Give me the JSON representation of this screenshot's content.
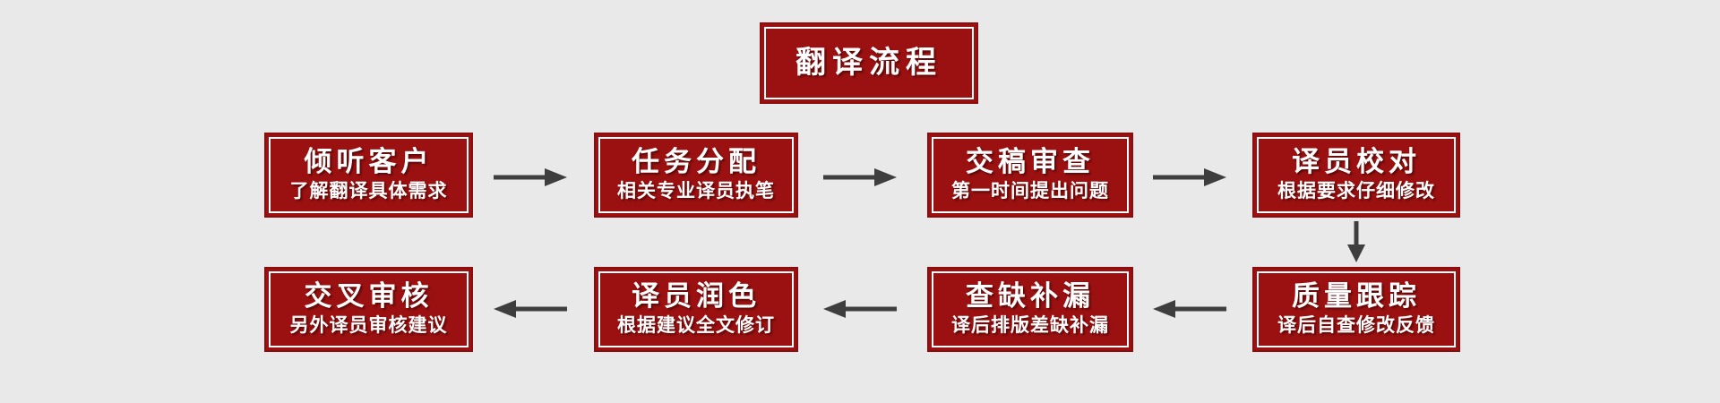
{
  "title_box": {
    "label": "翻译流程"
  },
  "steps": [
    {
      "title": "倾听客户",
      "subtitle": "了解翻译具体需求"
    },
    {
      "title": "任务分配",
      "subtitle": "相关专业译员执笔"
    },
    {
      "title": "交稿审查",
      "subtitle": "第一时间提出问题"
    },
    {
      "title": "译员校对",
      "subtitle": "根据要求仔细修改"
    },
    {
      "title": "质量跟踪",
      "subtitle": "译后自查修改反馈"
    },
    {
      "title": "查缺补漏",
      "subtitle": "译后排版差缺补漏"
    },
    {
      "title": "译员润色",
      "subtitle": "根据建议全文修订"
    },
    {
      "title": "交叉审核",
      "subtitle": "另外译员审核建议"
    }
  ],
  "colors": {
    "background": "#e9e9e9",
    "box_fill": "#9b1111",
    "box_border": "#8b0d0d",
    "inner_border": "#ffffff",
    "text": "#ffffff",
    "arrow": "#3e3e3e"
  }
}
